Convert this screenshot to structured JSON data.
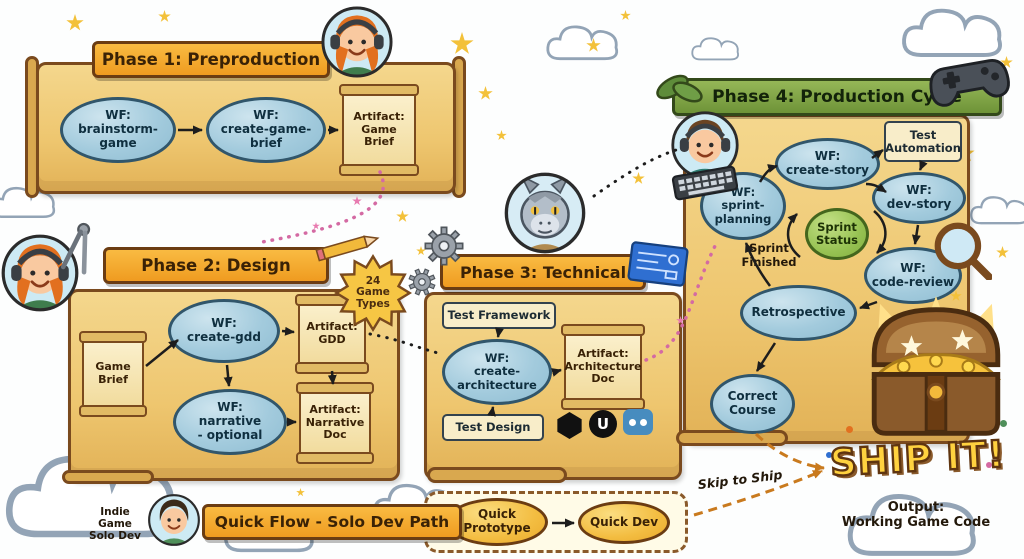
{
  "phase1": {
    "title": "Phase 1: Preproduction",
    "nodes": {
      "brainstorm": "WF:\nbrainstorm-\ngame",
      "create_brief": "WF:\ncreate-game-\nbrief",
      "artifact_brief": "Artifact:\nGame\nBrief"
    }
  },
  "phase2": {
    "title": "Phase 2: Design",
    "badge": "24\nGame\nTypes",
    "nodes": {
      "game_brief": "Game\nBrief",
      "create_gdd": "WF:\ncreate-gdd",
      "narrative": "WF:\nnarrative\n- optional",
      "artifact_gdd": "Artifact:\nGDD",
      "artifact_narrative": "Artifact:\nNarrative\nDoc"
    }
  },
  "phase3": {
    "title": "Phase 3: Technical",
    "nodes": {
      "test_framework": "Test Framework",
      "create_architecture": "WF:\ncreate-\narchitecture",
      "artifact_architecture": "Artifact:\nArchitecture\nDoc",
      "test_design": "Test Design"
    },
    "engines": {
      "unreal_letter": "U"
    }
  },
  "phase4": {
    "title": "Phase 4: Production Cycle",
    "nodes": {
      "create_story": "WF:\ncreate-story",
      "test_automation": "Test\nAutomation",
      "sprint_planning": "WF:\nsprint-\nplanning",
      "dev_story": "WF:\ndev-story",
      "sprint_status": "Sprint\nStatus",
      "code_review": "WF:\ncode-review",
      "sprint_finished": "Sprint\nFinished",
      "retrospective": "Retrospective",
      "correct_course": "Correct\nCourse"
    }
  },
  "quick_flow": {
    "title": "Quick Flow - Solo Dev Path",
    "solo_dev_label": "Indie Game\nSolo Dev",
    "quick_prototype": "Quick\nPrototype",
    "quick_dev": "Quick Dev",
    "skip_label": "Skip to Ship"
  },
  "output": {
    "ship_it": "SHIP IT!",
    "caption": "Output:\nWorking Game Code"
  },
  "icons": {
    "phase1_avatar": "woman-headphones-avatar",
    "phase2_avatar": "woman-headphones-avatar",
    "phase3_avatar": "dragon-avatar",
    "phase4_avatar": "man-headphones-avatar",
    "solo_avatar": "indie-dev-avatar",
    "decor": [
      "game-controller",
      "pencil",
      "gears",
      "drafting-compass",
      "blueprint",
      "magnifier",
      "keyboard",
      "treasure-chest",
      "leaves",
      "clouds",
      "stars",
      "unity-logo",
      "unreal-logo",
      "godot-logo"
    ]
  },
  "colors": {
    "parchment": "#eec66f",
    "banner_orange": "#f2a62f",
    "banner_green": "#7da347",
    "node_blue": "#a3cbdd",
    "node_green": "#97c253",
    "node_yellow": "#f3bd41",
    "trail_pink": "#d46aa3",
    "skip_orange": "#c97a1e",
    "ship_yellow": "#ffd23f"
  }
}
